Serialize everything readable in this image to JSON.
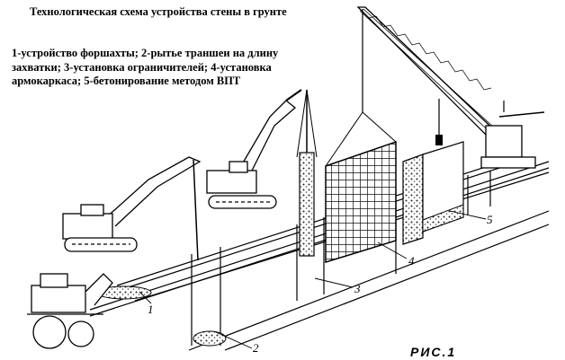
{
  "title": "Технологическая схема устройства стены в грунте",
  "legend": "1-устройство форшахты; 2-рытье траншеи на длину захватки; 3-установка ограничителей; 4-установка армокаркаса; 5-бетонирование методом ВПТ",
  "figure_label": "РИС.1",
  "callouts": [
    "1",
    "2",
    "3",
    "4",
    "5"
  ]
}
